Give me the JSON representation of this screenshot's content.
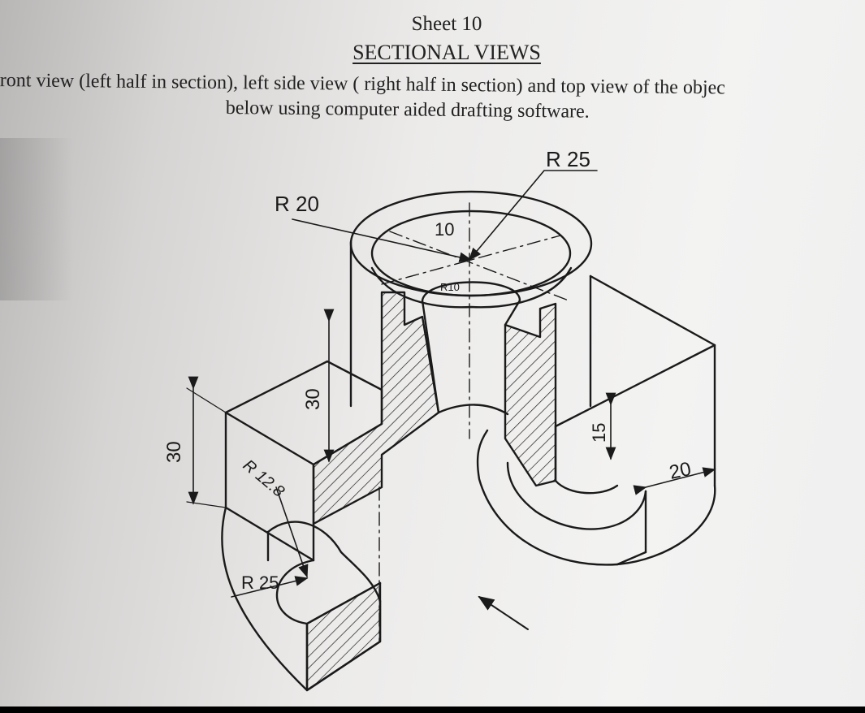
{
  "header": {
    "sheet": "Sheet 10",
    "title": "SECTIONAL VIEWS",
    "instruction_line1": "front view (left half in section), left side view ( right half in section) and top view of the objec",
    "instruction_line2": "below using computer aided drafting software."
  },
  "dimensions": {
    "r25_top": "R 25",
    "r20": "R 20",
    "d10": "10",
    "r10": "R10",
    "d30_left": "30",
    "d30_inner": "30",
    "r12_8": "R 12.8",
    "r25_bottom": "R 25",
    "d15": "15",
    "d20": "20"
  },
  "colors": {
    "ink": "#1a1a1a",
    "paper": "#f0efee"
  }
}
